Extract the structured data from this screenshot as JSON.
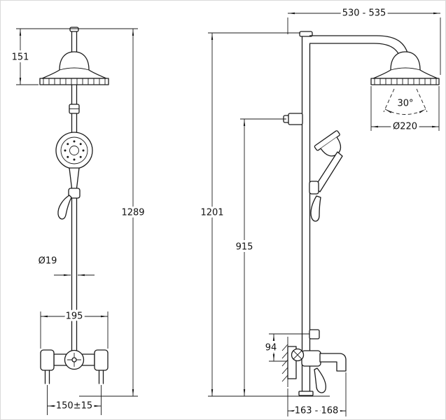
{
  "page": {
    "background": "#ffffff",
    "line_color": "#1b1b1b"
  },
  "front_view": {
    "dim_head_top_to_rim": "151",
    "dim_overall_height": "1289",
    "dim_pipe_diameter": "Ø19",
    "dim_body_width": "195",
    "dim_connection_centers": "150±15"
  },
  "side_view": {
    "dim_arm_reach": "530 - 535",
    "dim_spray_angle": "30°",
    "dim_head_diameter": "Ø220",
    "dim_height_overall": "1201",
    "dim_height_handshower": "915",
    "dim_outlet_offset": "94",
    "dim_wall_clearance": "163 - 168"
  }
}
